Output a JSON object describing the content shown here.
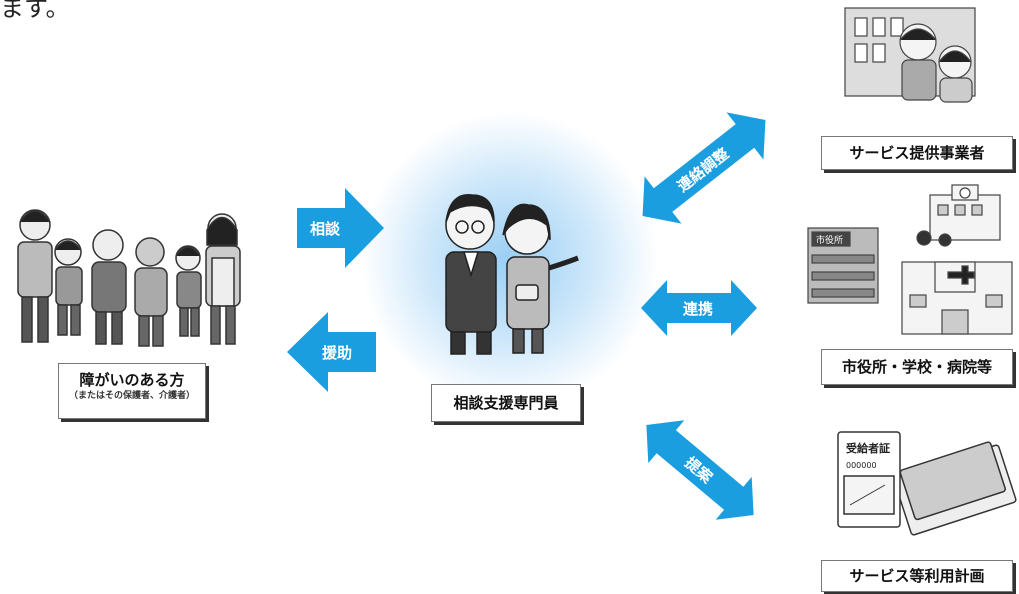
{
  "top_fragment": "ます。",
  "person_label": {
    "main": "障がいのある方",
    "sub": "（またはその保護者、介護者）"
  },
  "center_label": "相談支援専門員",
  "arrows": {
    "consult": "相談",
    "support": "援助",
    "coordinate": "連絡調整",
    "cooperate": "連携",
    "propose": "提案"
  },
  "right_labels": {
    "service_providers": "サービス提供事業者",
    "public_facilities": "市役所・学校・病院等",
    "service_plan": "サービス等利用計画"
  },
  "sign_texts": {
    "city_hall": "市役所",
    "certificate": "受給者証",
    "cert_number": "000000"
  },
  "colors": {
    "arrow": "#1a9ee0",
    "glow": "#8cc8f0"
  }
}
